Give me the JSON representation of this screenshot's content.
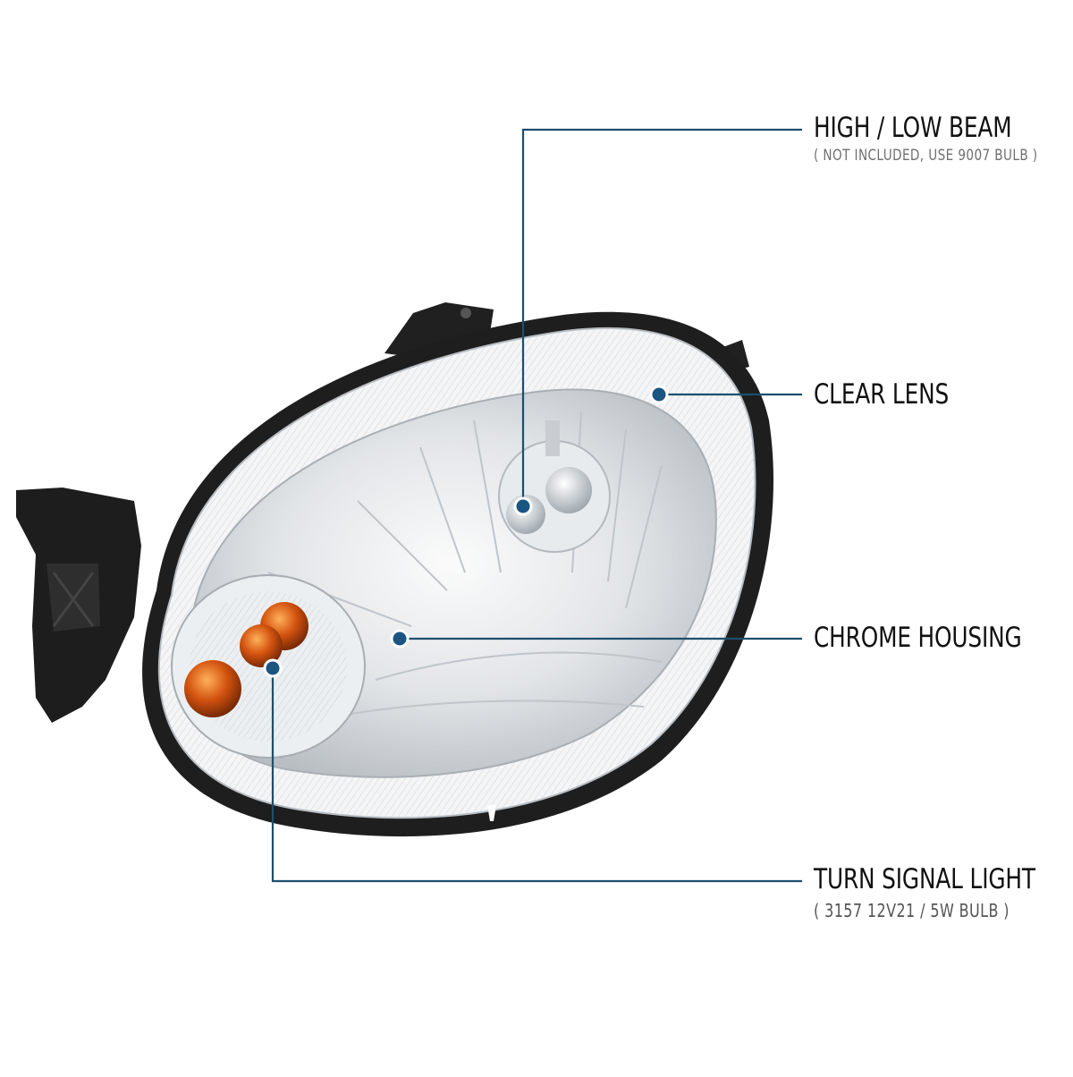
{
  "callouts": [
    {
      "id": "high-low-beam",
      "title": "HIGH / LOW BEAM",
      "subtitle": "( NOT INCLUDED, USE  9007  BULB )"
    },
    {
      "id": "clear-lens",
      "title": "CLEAR LENS"
    },
    {
      "id": "chrome-housing",
      "title": "CHROME HOUSING"
    },
    {
      "id": "turn-signal-light",
      "title": "TURN SIGNAL LIGHT",
      "subtitle": "( 3157  12V21 / 5W  BULB )"
    }
  ],
  "colors": {
    "leader_line": "#1d4e6e",
    "marker_fill": "#1b5582",
    "marker_ring": "#ffffff",
    "title_text": "#111111",
    "subtitle_text": "#6f6f6f",
    "lens_frame": "#1e1e1e",
    "chrome": "#d9dde0",
    "amber_bulb": "#d3530f"
  },
  "product_image": {
    "subject": "headlight-assembly"
  }
}
